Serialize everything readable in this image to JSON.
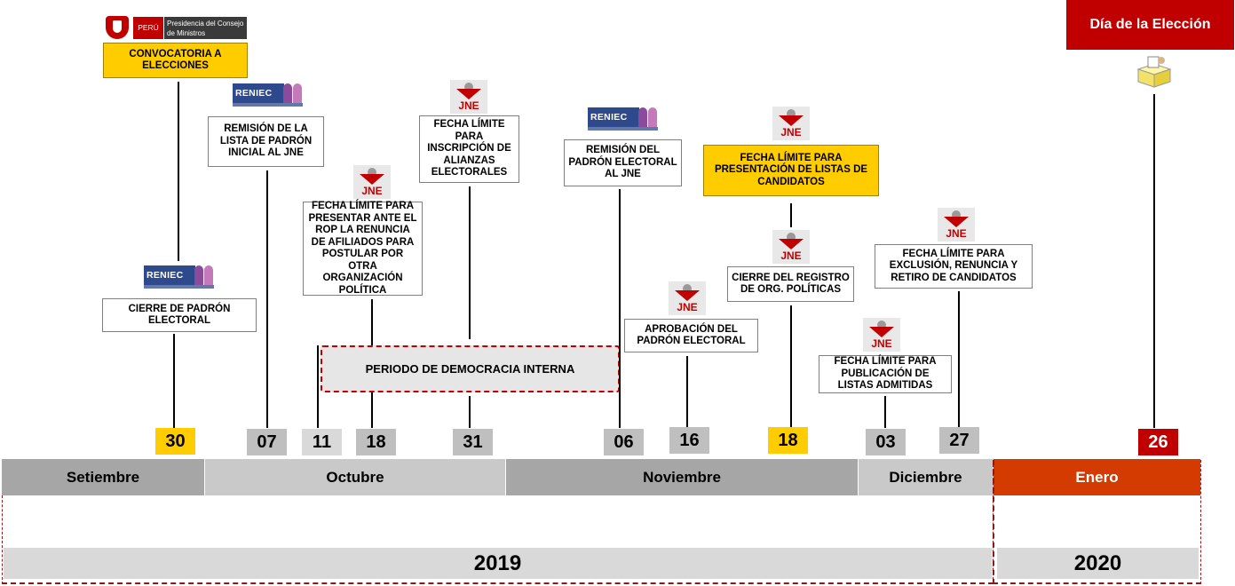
{
  "header": {
    "election_day": "Día de la Elección"
  },
  "logos": {
    "peru_country": "PERÚ",
    "peru_institution": "Presidencia del Consejo de Ministros",
    "reniec": "RENIEC",
    "jne": "JNE"
  },
  "events": {
    "convocatoria": "CONVOCATORIA A ELECCIONES",
    "cierre_padron": "CIERRE DE PADRÓN ELECTORAL",
    "remision_lista": "REMISIÓN DE LA LISTA DE PADRÓN INICIAL AL JNE",
    "renuncia_afiliados": "FECHA LÍMITE PARA PRESENTAR ANTE EL ROP LA RENUNCIA DE AFILIADOS PARA POSTULAR POR OTRA ORGANIZACIÓN POLÍTICA",
    "alianzas": "FECHA LÍMITE PARA INSCRIPCIÓN DE ALIANZAS ELECTORALES",
    "democracia_interna": "PERIODO DE DEMOCRACIA INTERNA",
    "remision_padron": "REMISIÓN DEL PADRÓN ELECTORAL AL JNE",
    "aprobacion_padron": "APROBACIÓN DEL PADRÓN ELECTORAL",
    "listas_candidatos": "FECHA LÍMITE PARA PRESENTACIÓN DE LISTAS DE CANDIDATOS",
    "cierre_registro": "CIERRE DEL REGISTRO DE ORG. POLÍTICAS",
    "publicacion_listas": "FECHA LÍMITE PARA PUBLICACIÓN DE LISTAS ADMITIDAS",
    "exclusion": "FECHA LÍMITE PARA EXCLUSIÓN, RENUNCIA Y RETIRO DE CANDIDATOS"
  },
  "dates": {
    "d30": "30",
    "d07": "07",
    "d11": "11",
    "d18a": "18",
    "d31": "31",
    "d06": "06",
    "d16": "16",
    "d18b": "18",
    "d03": "03",
    "d27": "27",
    "d26": "26"
  },
  "months": {
    "sep": "Setiembre",
    "oct": "Octubre",
    "nov": "Noviembre",
    "dec": "Diciembre",
    "jan": "Enero"
  },
  "years": {
    "y2019": "2019",
    "y2020": "2020"
  },
  "colors": {
    "yellow": "#ffcc00",
    "red": "#c00000",
    "enero": "#d33b00",
    "month_dark": "#a6a6a6",
    "month_light": "#c9c9c9",
    "year_bg": "#d9d9d9"
  }
}
